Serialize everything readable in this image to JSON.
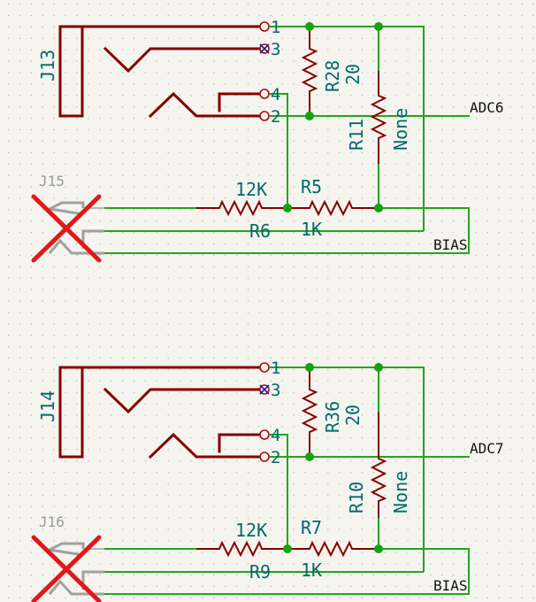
{
  "colors": {
    "background": "#f5f4ef",
    "symbol_body": "#840000",
    "wire": "#22a51e",
    "junction": "#16a012",
    "label_text": "#006a6a",
    "net_label_text": "#111111",
    "no_connect": "#1a1aa0",
    "excluded_marker": "#e01818",
    "excluded_symbol": "#a0a0a0"
  },
  "blocks": [
    {
      "jack_ref": "J13",
      "jack_pins": [
        "1",
        "3",
        "4",
        "2"
      ],
      "no_connect_pin": "3",
      "shunt_resistor": {
        "ref": "R28",
        "value": "20"
      },
      "pot_resistor": {
        "ref": "R11",
        "value": "None"
      },
      "series_resistor_a": {
        "ref": "R6",
        "value": "12K"
      },
      "series_resistor_b": {
        "ref": "R5",
        "value": "1K"
      },
      "net_label_signal": "ADC6",
      "net_label_bias": "BIAS",
      "excluded_connector": {
        "ref": "J15"
      }
    },
    {
      "jack_ref": "J14",
      "jack_pins": [
        "1",
        "3",
        "4",
        "2"
      ],
      "no_connect_pin": "3",
      "shunt_resistor": {
        "ref": "R36",
        "value": "20"
      },
      "pot_resistor": {
        "ref": "R10",
        "value": "None"
      },
      "series_resistor_a": {
        "ref": "R9",
        "value": "12K"
      },
      "series_resistor_b": {
        "ref": "R7",
        "value": "1K"
      },
      "net_label_signal": "ADC7",
      "net_label_bias": "BIAS",
      "excluded_connector": {
        "ref": "J16"
      }
    }
  ]
}
